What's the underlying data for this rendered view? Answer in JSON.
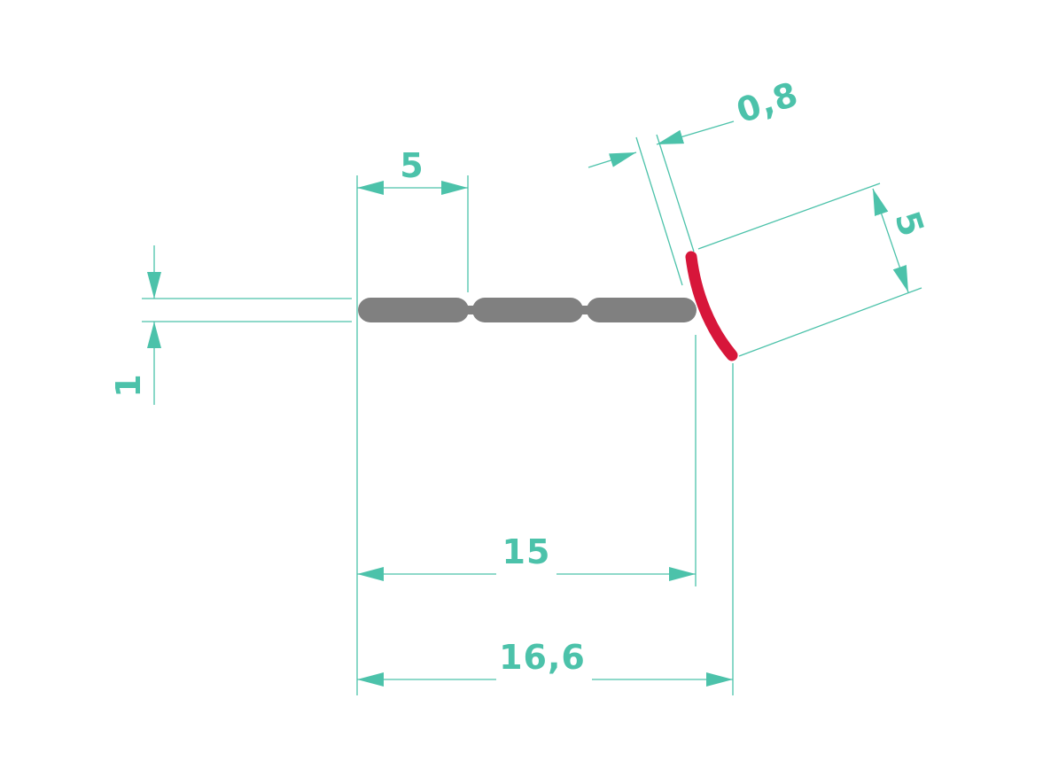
{
  "colors": {
    "dimension": "#4cc2aa",
    "profile_body": "#808080",
    "profile_lip": "#d7163a",
    "background": "#ffffff"
  },
  "dimensions": {
    "segment_width": "5",
    "thickness": "1",
    "overall_width": "15",
    "total_width": "16,6",
    "lip_thickness": "0,8",
    "lip_length": "5"
  }
}
